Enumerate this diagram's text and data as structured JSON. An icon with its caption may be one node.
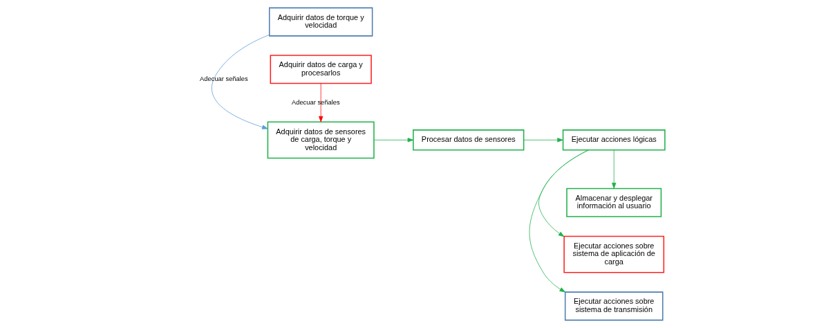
{
  "diagram": {
    "nodes": [
      {
        "text": [
          "Adquirir datos de torque y velocidad"
        ]
      },
      {
        "text": [
          "Adquirir datos de sensores de carga, torque y velocidad"
        ]
      },
      {
        "text": [
          "Adquirir datos de carga y procesarlos"
        ]
      },
      {
        "text": [
          "Procesar datos de sensores"
        ]
      },
      {
        "text": [
          "Ejecutar acciones lógicas"
        ]
      },
      {
        "text": [
          "Ejecutar acciones sobre sistema de transmisión"
        ]
      },
      {
        "text": [
          "Ejecutar acciones sobre sistema de aplicación de carga"
        ]
      },
      {
        "text": [
          "Almacenar y desplegar información al usuario"
        ]
      }
    ],
    "edges": [
      {
        "from": 0,
        "to": 1,
        "arrow": "to",
        "label": "Adecuar señales",
        "color": "#5b9bd5"
      },
      {
        "from": 2,
        "to": 1,
        "arrow": "to",
        "label": "Adecuar señales",
        "color": "#ff0000"
      },
      {
        "from": 1,
        "to": 3,
        "arrow": "to"
      },
      {
        "from": 3,
        "to": 4,
        "arrow": "to"
      },
      {
        "from": 4,
        "to": 5,
        "arrow": "to"
      },
      {
        "from": 4,
        "to": 6,
        "arrow": "to"
      },
      {
        "from": 4,
        "to": 7,
        "arrow": "to"
      }
    ]
  }
}
